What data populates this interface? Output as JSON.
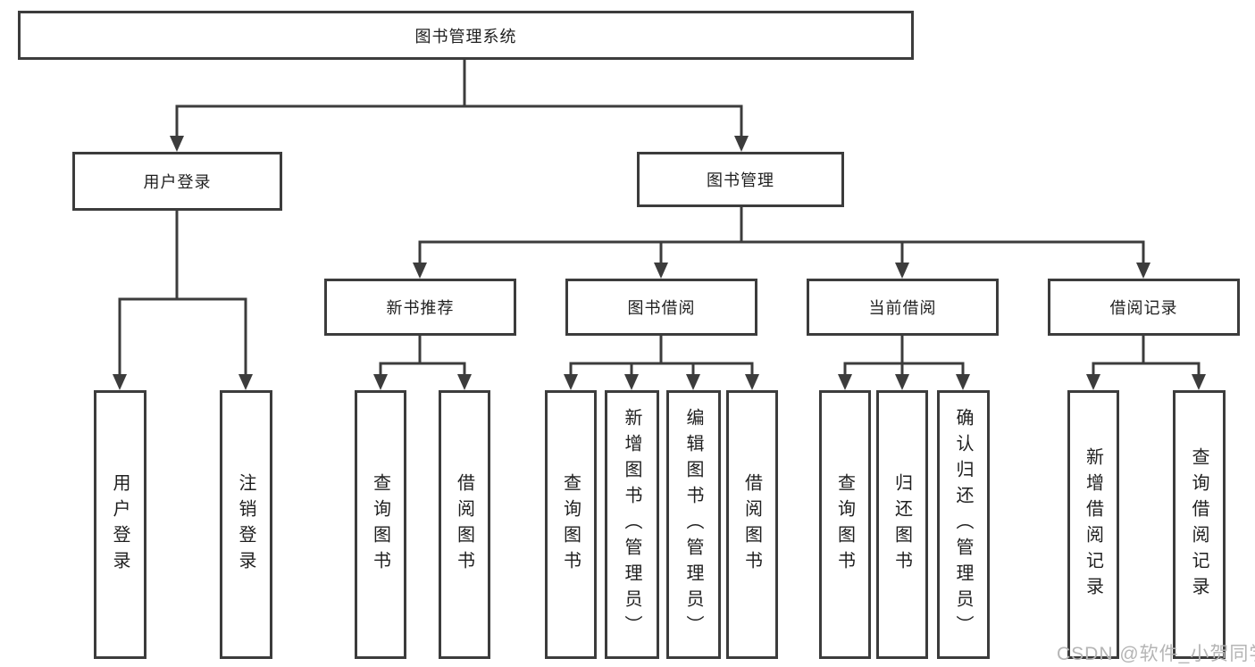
{
  "diagram": {
    "root": {
      "label": "图书管理系统",
      "children": [
        {
          "label": "用户登录",
          "children": [
            {
              "label": "用户登录"
            },
            {
              "label": "注销登录"
            }
          ]
        },
        {
          "label": "图书管理",
          "children": [
            {
              "label": "新书推荐",
              "children": [
                {
                  "label": "查询图书"
                },
                {
                  "label": "借阅图书"
                }
              ]
            },
            {
              "label": "图书借阅",
              "children": [
                {
                  "label": "查询图书"
                },
                {
                  "label": "新增图书（管理员）"
                },
                {
                  "label": "编辑图书（管理员）"
                },
                {
                  "label": "借阅图书"
                }
              ]
            },
            {
              "label": "当前借阅",
              "children": [
                {
                  "label": "查询图书"
                },
                {
                  "label": "归还图书"
                },
                {
                  "label": "确认归还（管理员）"
                }
              ]
            },
            {
              "label": "借阅记录",
              "children": [
                {
                  "label": "新增借阅记录"
                },
                {
                  "label": "查询借阅记录"
                }
              ]
            }
          ]
        }
      ]
    }
  },
  "watermark": {
    "text": "CSDN @软件_小贺同学"
  },
  "colors": {
    "line": "#3c3c3c",
    "box_border": "#3c3c3c",
    "text": "#1f1f1f",
    "watermark": "#b5b5b5",
    "background": "#ffffff"
  }
}
